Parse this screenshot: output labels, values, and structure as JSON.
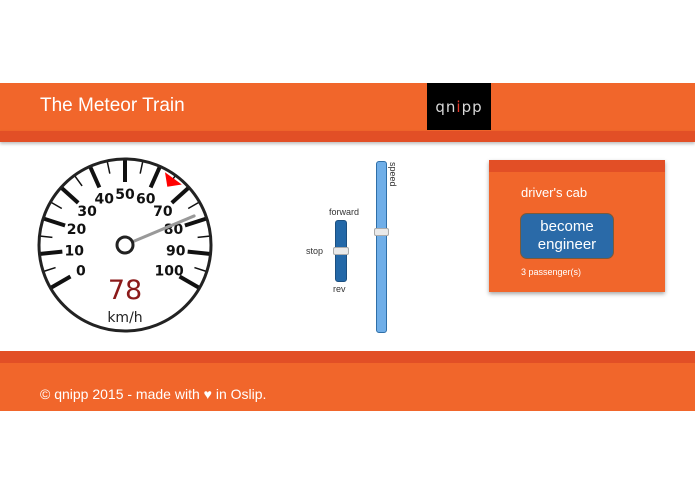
{
  "header": {
    "title": "The Meteor Train",
    "logo_text_left": "qn",
    "logo_text_dot": "i",
    "logo_text_right": "pp"
  },
  "gauge": {
    "value": "78",
    "unit": "km/h",
    "min": 0,
    "max": 100,
    "needle_value": 78,
    "marker_value": 65,
    "tick_labels": [
      "0",
      "10",
      "20",
      "30",
      "40",
      "50",
      "60",
      "70",
      "80",
      "90",
      "100"
    ],
    "colors": {
      "needle": "#999999",
      "marker": "#ff0000",
      "value_text": "#8b1a1a"
    }
  },
  "direction_slider": {
    "forward_label": "forward",
    "stop_label": "stop",
    "rev_label": "rev",
    "value": "stop"
  },
  "speed_slider": {
    "label": "speed"
  },
  "drivers_cab": {
    "title": "driver's cab",
    "button_label_line1": "become",
    "button_label_line2": "engineer",
    "passengers": "3 passenger(s)"
  },
  "footer": {
    "text": "© qnipp 2015 - made with ♥ in Oslip."
  },
  "colors": {
    "brand_orange": "#f1662b",
    "stripe_orange": "#e24f26",
    "button_blue": "#2a6aa8",
    "slider_dark_blue": "#2368a8",
    "slider_light_blue": "#6faee8"
  }
}
